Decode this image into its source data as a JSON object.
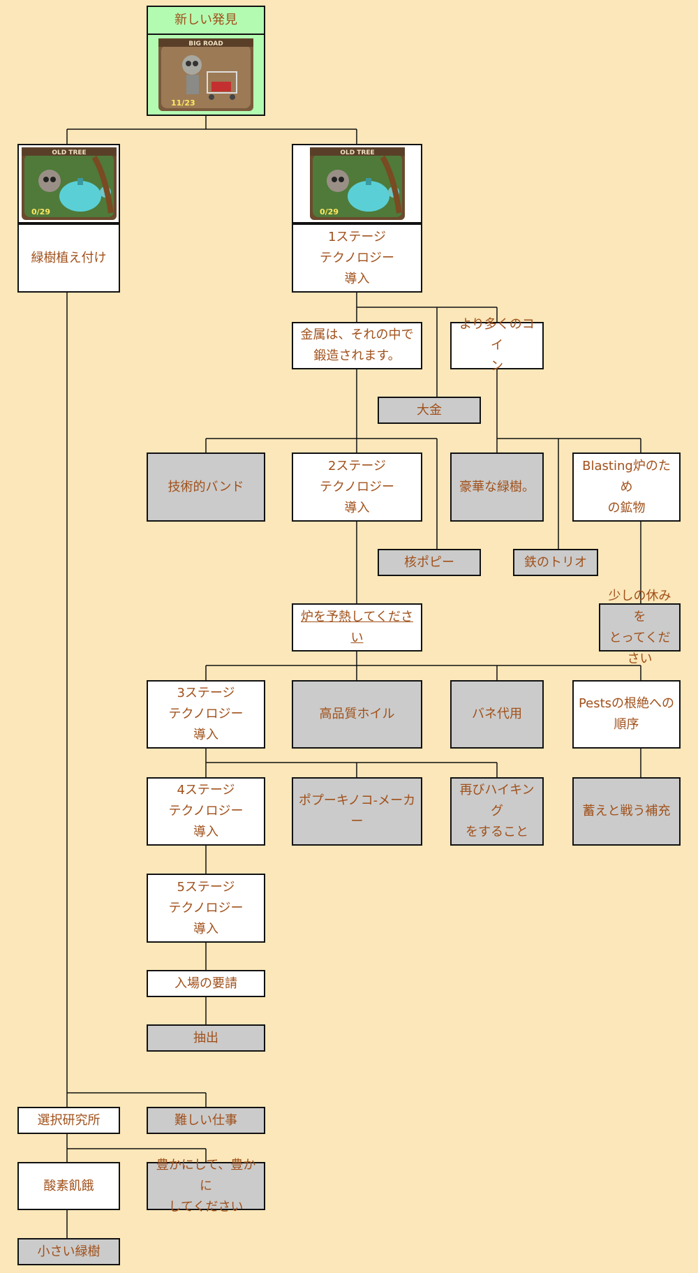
{
  "nodes": {
    "new_discovery": "新しい発見",
    "greenery_planting": "緑樹植え付け",
    "stage1": "1ステージ\nテクノロジー\n導入",
    "metal_forged": "金属は、それの中で\n鍛造されます。",
    "more_coins": "より多くのコイ\nン",
    "big_money": "大金",
    "tech_band": "技術的バンド",
    "stage2": "2ステージ\nテクノロジー\n導入",
    "luxury_greenery": "豪華な緑樹。",
    "blasting_ore": "Blasting炉のため\nの鉱物",
    "nuclear_poppy": "核ポピー",
    "iron_trio": "鉄のトリオ",
    "preheat_furnace": "炉を予熱してください",
    "take_break": "少しの休みを\nとってください",
    "stage3": "3ステージ\nテクノロジー\n導入",
    "quality_foil": "高品質ホイル",
    "spring_substitute": "バネ代用",
    "pest_order": "Pestsの根絶への\n順序",
    "stage4": "4ステージ\nテクノロジー\n導入",
    "poppy_mushroom": "ポプーキノコ-メーカー",
    "hiking_again": "再びハイキング\nをすること",
    "pest_refill": "蓄えと戦う補充",
    "stage5": "5ステージ\nテクノロジー\n導入",
    "entry_request": "入場の要請",
    "extraction": "抽出",
    "choice_lab": "選択研究所",
    "hard_work": "難しい仕事",
    "oxygen_starvation": "酸素飢餓",
    "enrich": "豊かにして、豊かに\nしてください",
    "small_greenery": "小さい緑樹"
  },
  "thumbnails": {
    "big_road": {
      "banner": "BIG ROAD",
      "counter": "11/23"
    },
    "old_tree_left": {
      "banner": "OLD TREE",
      "counter": "0/29"
    },
    "old_tree_right": {
      "banner": "OLD TREE",
      "counter": "0/29"
    }
  },
  "colors": {
    "background": "#fbe7b9",
    "text": "#a0501a",
    "available_box": "#ffffff",
    "locked_box": "#cbcbcb",
    "root_box": "#b4fbb2",
    "connector": "#111111"
  }
}
